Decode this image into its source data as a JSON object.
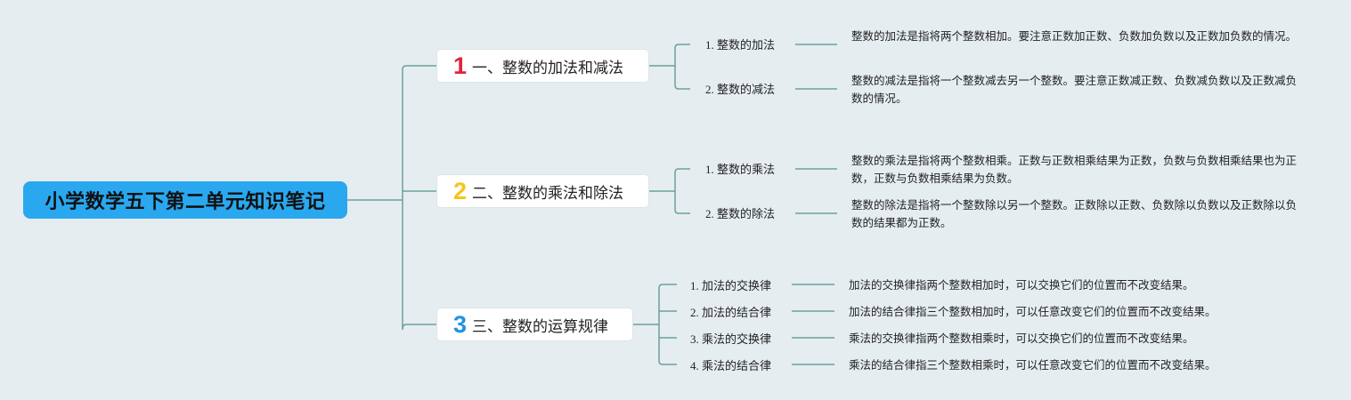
{
  "root": {
    "title": "小学数学五下第二单元知识笔记"
  },
  "branches": [
    {
      "num": "1",
      "num_color": "#e0243a",
      "title": "、一、整数的加法和减法",
      "leaves": [
        {
          "label": "1. 整数的加法",
          "desc": "整数的加法是指将两个整数相加。要注意正数加正数、负数加负数以及正数加负数的情况。"
        },
        {
          "label": "2. 整数的减法",
          "desc": "整数的减法是指将一个整数减去另一个整数。要注意正数减正数、负数减负数以及正数减负数的情况。"
        }
      ]
    },
    {
      "num": "2",
      "num_color": "#f5c518",
      "title": "二、整数的乘法和除法",
      "leaves": [
        {
          "label": "1. 整数的乘法",
          "desc": "整数的乘法是指将两个整数相乘。正数与正数相乘结果为正数，负数与负数相乘结果也为正数，正数与负数相乘结果为负数。"
        },
        {
          "label": "2. 整数的除法",
          "desc": "整数的除法是指将一个整数除以另一个整数。正数除以正数、负数除以负数以及正数除以负数的结果都为正数。"
        }
      ]
    },
    {
      "num": "3",
      "num_color": "#1f93e0",
      "title": "三、整数的运算规律",
      "leaves": [
        {
          "label": "1. 加法的交换律",
          "desc": "加法的交换律指两个整数相加时，可以交换它们的位置而不改变结果。"
        },
        {
          "label": "2. 加法的结合律",
          "desc": "加法的结合律指三个整数相加时，可以任意改变它们的位置而不改变结果。"
        },
        {
          "label": "3. 乘法的交换律",
          "desc": "乘法的交换律指两个整数相乘时，可以交换它们的位置而不改变结果。"
        },
        {
          "label": "4. 乘法的结合律",
          "desc": "乘法的结合律指三个整数相乘时，可以任意改变它们的位置而不改变结果。"
        }
      ]
    }
  ],
  "colors": {
    "line": "#6aa197",
    "root_bg": "#29a8f0",
    "background": "#e6edf0"
  }
}
